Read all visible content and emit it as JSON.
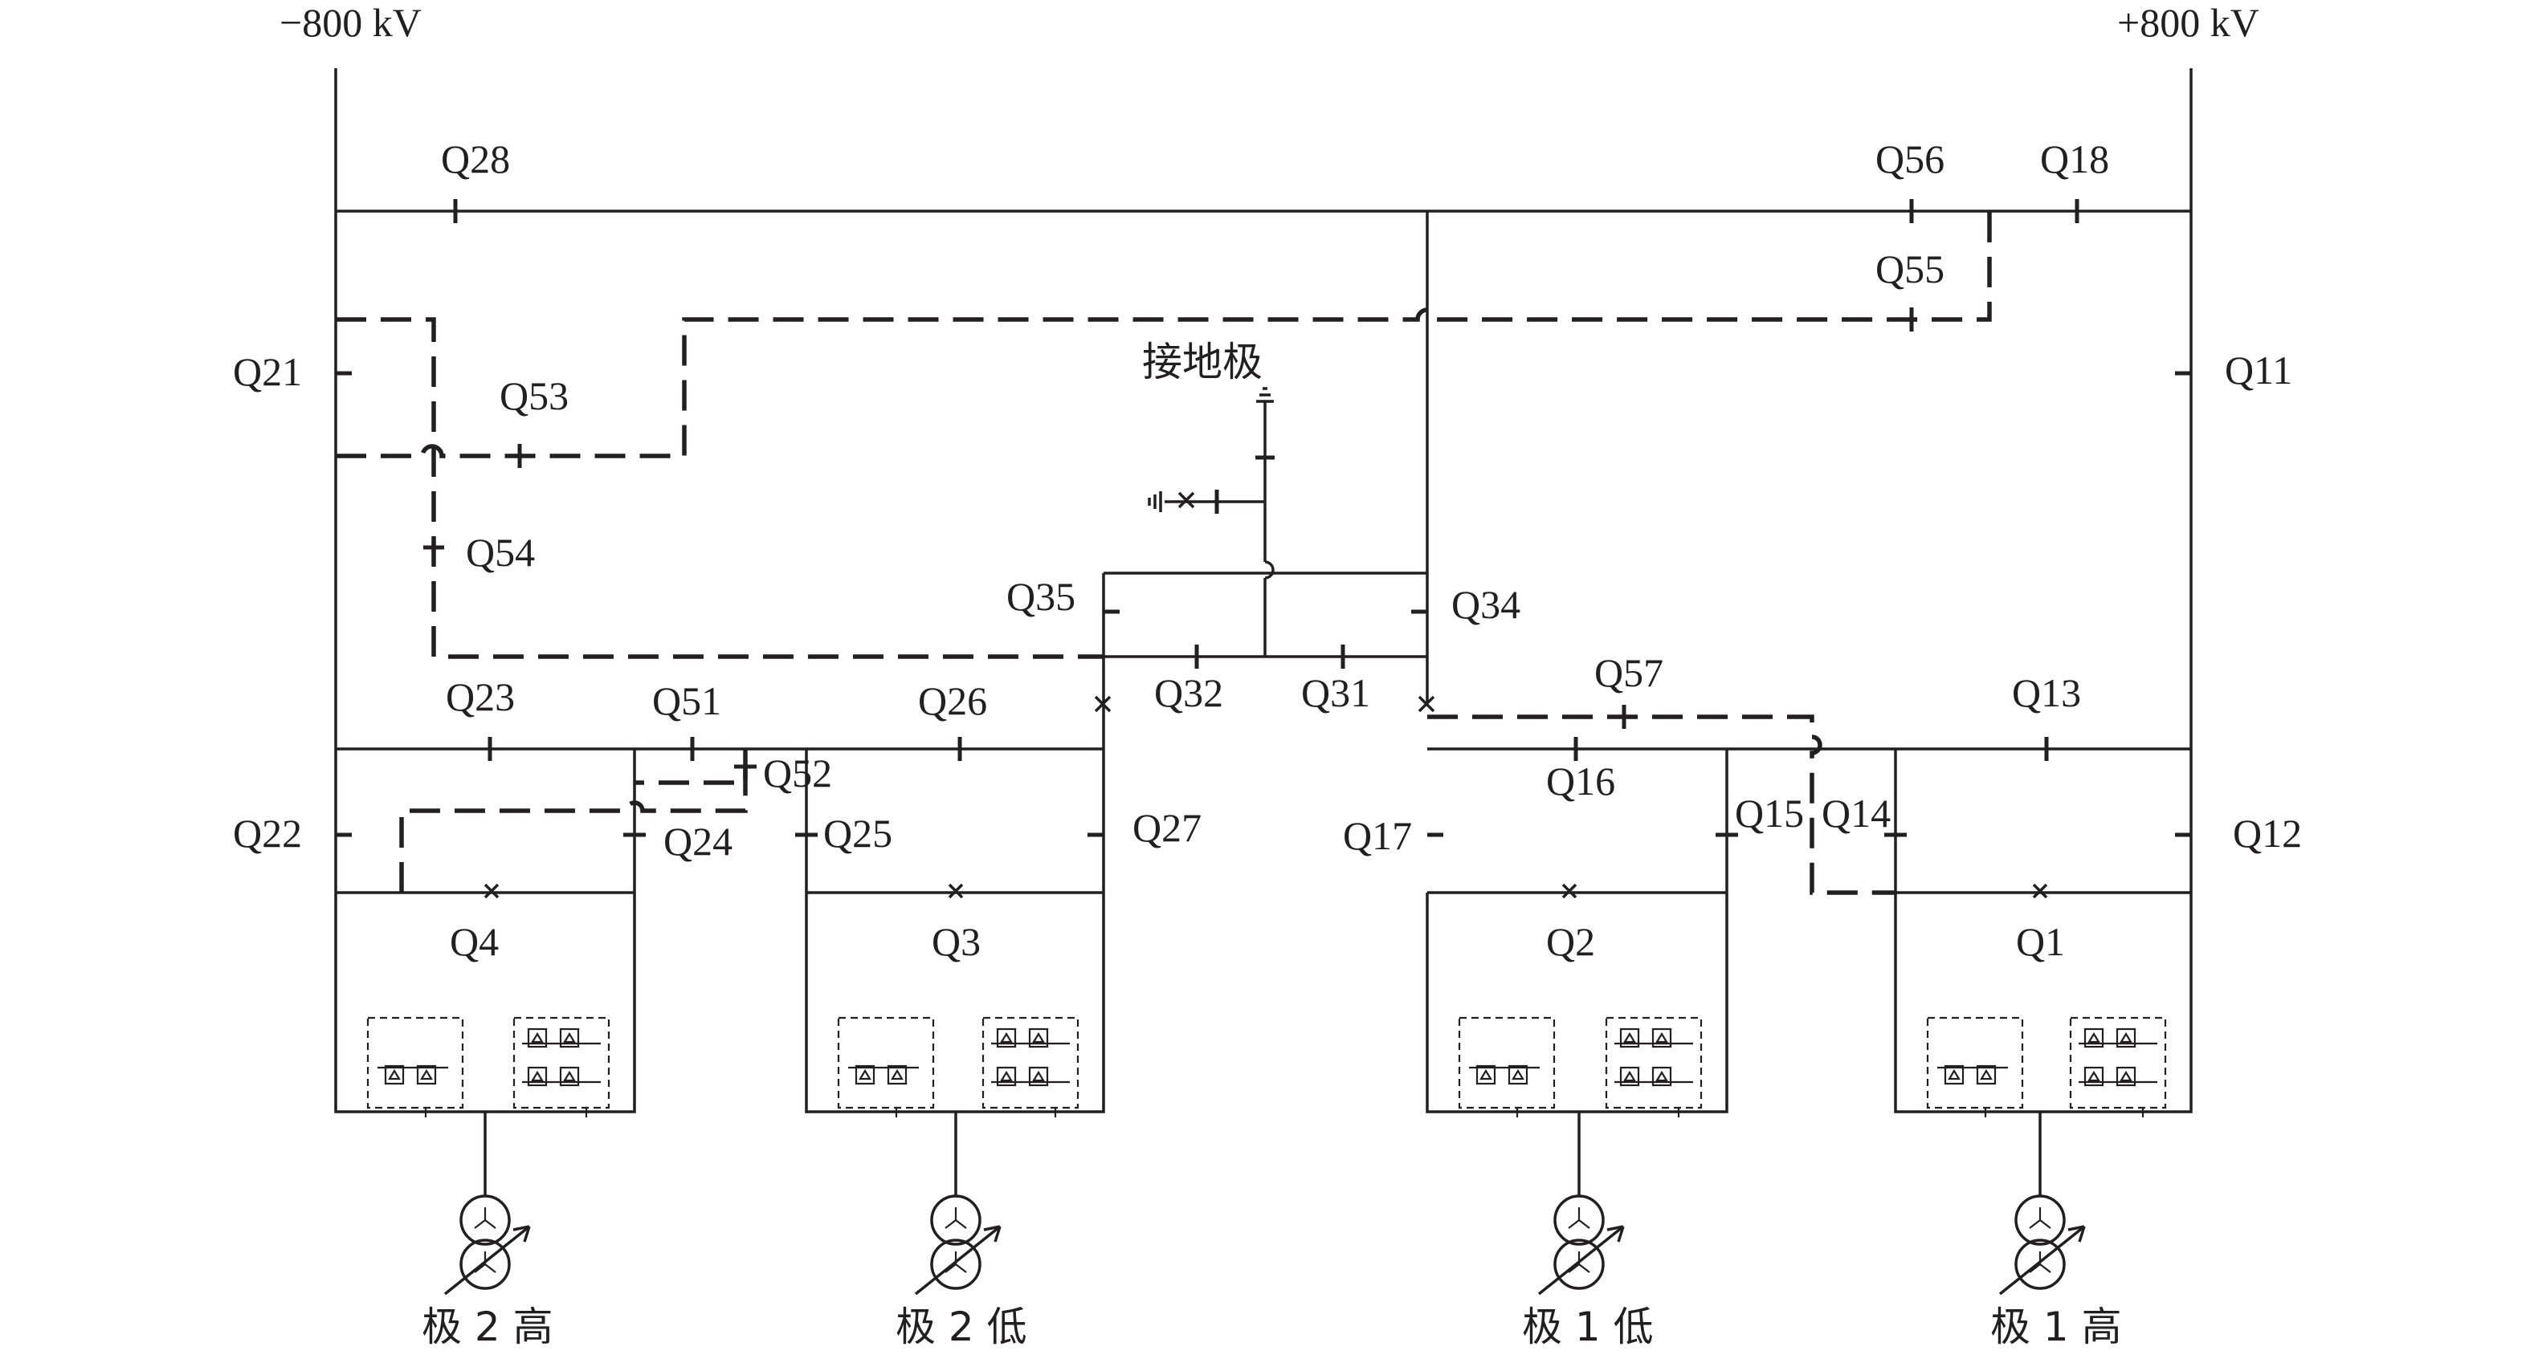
{
  "buses": {
    "neg": "−800 kV",
    "pos": "+800 kV"
  },
  "switches": {
    "q1": "Q1",
    "q2": "Q2",
    "q3": "Q3",
    "q4": "Q4",
    "q11": "Q11",
    "q12": "Q12",
    "q13": "Q13",
    "q14": "Q14",
    "q15": "Q15",
    "q16": "Q16",
    "q17": "Q17",
    "q18": "Q18",
    "q21": "Q21",
    "q22": "Q22",
    "q23": "Q23",
    "q24": "Q24",
    "q25": "Q25",
    "q26": "Q26",
    "q27": "Q27",
    "q28": "Q28",
    "q31": "Q31",
    "q32": "Q32",
    "q34": "Q34",
    "q35": "Q35",
    "q51": "Q51",
    "q52": "Q52",
    "q53": "Q53",
    "q54": "Q54",
    "q55": "Q55",
    "q56": "Q56",
    "q57": "Q57"
  },
  "ground": "接地极",
  "poles": {
    "p2high": "极 2 高",
    "p2low": "极 2 低",
    "p1low": "极 1 低",
    "p1high": "极 1 高"
  }
}
